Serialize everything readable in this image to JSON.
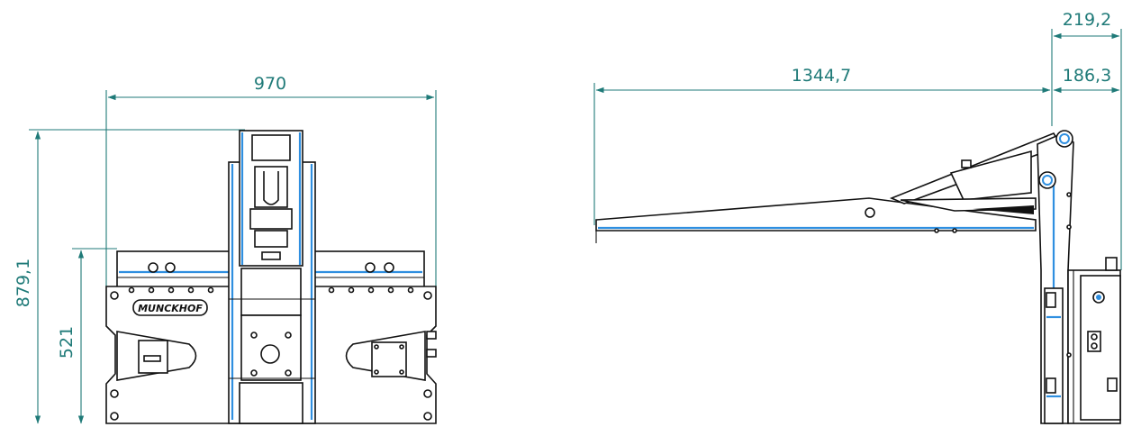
{
  "dimensions": {
    "front_width": "970",
    "front_height": "879,1",
    "front_frame_height": "521",
    "side_arm_length": "1344,7",
    "side_offset_outer": "219,2",
    "side_offset_inner": "186,3"
  },
  "branding": {
    "logo_text": "MUNCKHOF"
  },
  "colors": {
    "dimension": "#1f7a78",
    "highlight": "#2f8fe0",
    "outline": "#111111"
  }
}
